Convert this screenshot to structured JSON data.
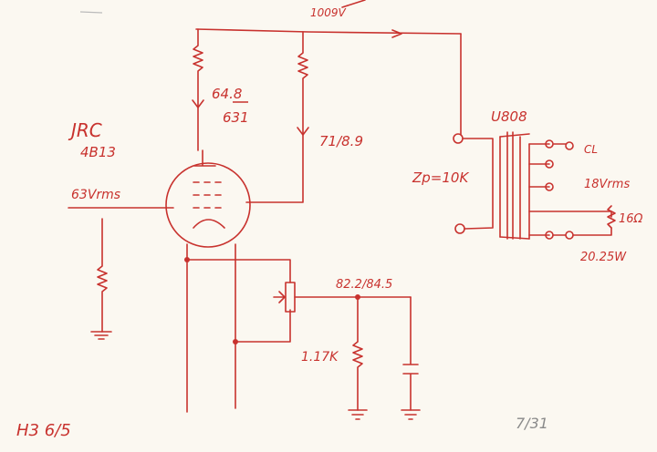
{
  "labels": {
    "plate_voltage_top": "1009V",
    "tube_name": "JRC",
    "tube_type": "4B13",
    "grid_input": "63Vrms",
    "plate_r1": "64.8",
    "plate_r1_b": "631",
    "plate_r2": "71/8.9",
    "primary_impedance": "Zp=10K",
    "transformer": "U808",
    "tap_cl": "CL",
    "output_voltage": "18Vrms",
    "load": "16Ω",
    "output_power": "20.25W",
    "cathode_voltage": "82.2/84.5",
    "cathode_resistor": "1.17K",
    "sheet_id": "H3 6/5",
    "date": "7/31"
  },
  "colors": {
    "ink": "#c8322e",
    "pencil": "#8a8a8a",
    "paper": "#fbf8f1"
  }
}
